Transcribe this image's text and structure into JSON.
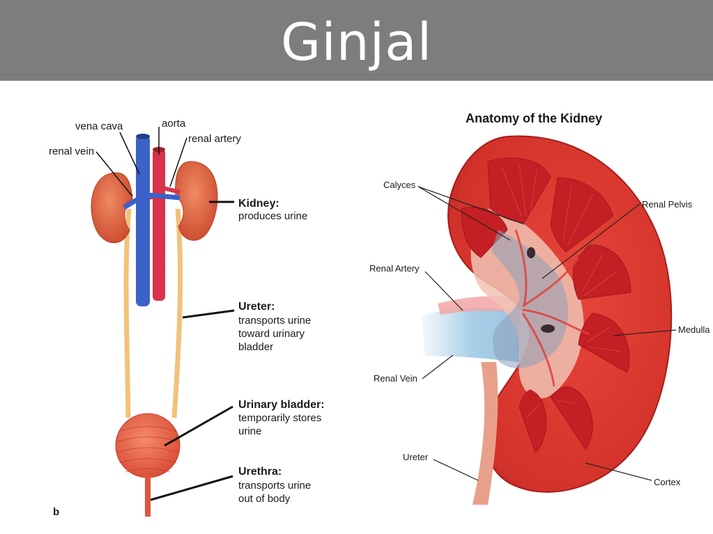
{
  "title": "Ginjal",
  "left_diagram": {
    "label_vena_cava": "vena cava",
    "label_aorta": "aorta",
    "label_renal_artery": "renal artery",
    "label_renal_vein": "renal vein",
    "kidney_title": "Kidney:",
    "kidney_desc": [
      "produces urine"
    ],
    "ureter_title": "Ureter:",
    "ureter_desc": [
      "transports urine",
      "toward urinary",
      "bladder"
    ],
    "bladder_title": "Urinary bladder:",
    "bladder_desc": [
      "temporarily stores",
      "urine"
    ],
    "urethra_title": "Urethra:",
    "urethra_desc": [
      "transports urine",
      "out of body"
    ],
    "panel_letter": "b"
  },
  "right_diagram": {
    "heading": "Anatomy of the Kidney",
    "label_calyces": "Calyces",
    "label_renal_pelvis": "Renal Pelvis",
    "label_renal_artery": "Renal Artery",
    "label_medulla": "Medulla",
    "label_renal_vein": "Renal Vein",
    "label_ureter": "Ureter",
    "label_cortex": "Cortex"
  },
  "colors": {
    "title_bar": "#7d7d7d",
    "vein_blue": "#3a62c8",
    "artery_red": "#d8334a",
    "kidney": "#d85a3a",
    "ureter": "#f2c27a",
    "cortex": "#d9342b"
  }
}
